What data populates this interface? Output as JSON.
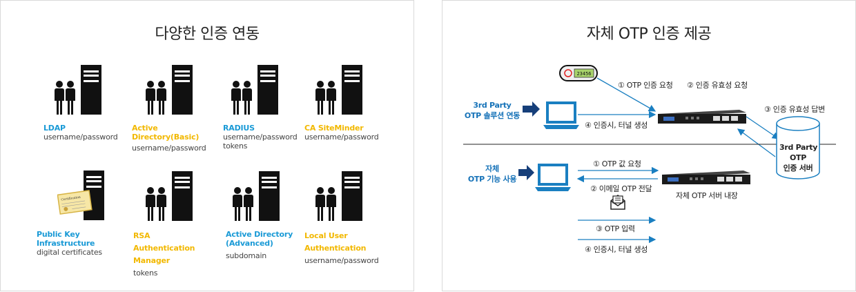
{
  "left_panel": {
    "title": "다양한 인증 연동",
    "items": [
      {
        "heading": "LDAP",
        "lines": [
          "username/password"
        ],
        "color": "#1a9ad6"
      },
      {
        "heading": "Active Directory(Basic)",
        "lines": [
          "username/password"
        ],
        "color": "#f2b800"
      },
      {
        "heading": "RADIUS",
        "lines": [
          "username/password",
          "tokens"
        ],
        "color": "#1a9ad6"
      },
      {
        "heading": "CA SiteMinder",
        "lines": [
          "username/password"
        ],
        "color": "#f2b800"
      },
      {
        "heading": "Public Key Infrastructure",
        "lines": [
          "digital certificates"
        ],
        "color": "#1a9ad6"
      },
      {
        "heading": "RSA Authentication Manager",
        "lines": [
          "tokens"
        ],
        "color": "#f2b800"
      },
      {
        "heading": "Active Directory (Advanced)",
        "lines": [
          "subdomain"
        ],
        "color": "#1a9ad6"
      },
      {
        "heading": "Local User Authentication",
        "lines": [
          "username/password"
        ],
        "color": "#f2b800"
      }
    ],
    "certificate_icon_text": "Certification"
  },
  "right_panel": {
    "title": "자체 OTP 인증 제공",
    "token_display": "23456",
    "third_party": {
      "line1": "3rd Party",
      "line2": "OTP 솔루션 연동"
    },
    "own_otp": {
      "line1": "자체",
      "line2": "OTP 기능 사용"
    },
    "server": {
      "line1": "3rd Party",
      "line2": "OTP",
      "line3": "인증 서버"
    },
    "top_steps": {
      "request": "① OTP 인증 요청",
      "validity_request": "② 인증 유효성 요청",
      "validity_answer": "③ 인증 유효성 답변",
      "tunnel": "④ 인증시, 터널 생성"
    },
    "bottom_steps": {
      "value_request": "① OTP 값 요청",
      "email": "② 이메일 OTP 전달",
      "input": "③ OTP 입력",
      "tunnel": "④ 인증시, 터널 생성"
    },
    "appliance_caption": "자체 OTP 서버 내장",
    "colors": {
      "arrow": "#1a7fc1",
      "accent": "#1572b8"
    }
  }
}
